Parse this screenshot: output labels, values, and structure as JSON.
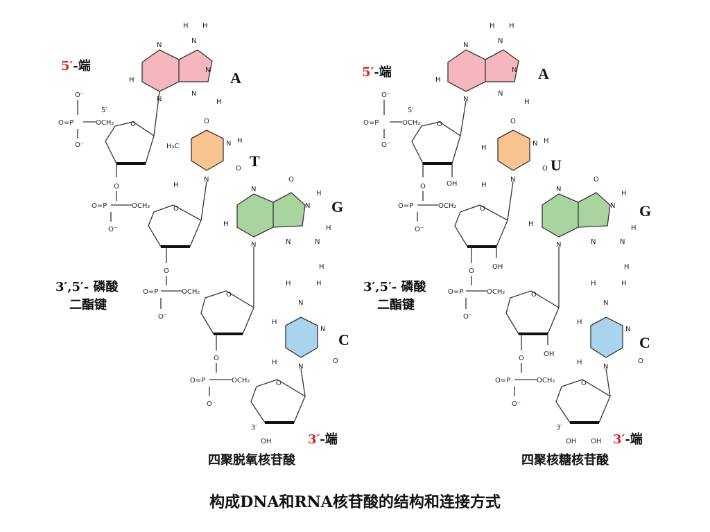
{
  "title": "构成DNA和RNA核苷酸的结构和连接方式",
  "colors": {
    "adenine": "#f5b7bd",
    "thymine": "#f9c48f",
    "uracil": "#f9c48f",
    "guanine": "#a9d4a0",
    "cytosine": "#aad3ee",
    "end_marker": "#e02020"
  },
  "dna": {
    "caption": "四聚脱氧核苷酸",
    "five_prime_number": "5′",
    "five_prime_suffix": "-端",
    "three_prime_number": "3′",
    "three_prime_suffix": "-端",
    "bond_label_line1": "3′,5′- 磷酸",
    "bond_label_line2": "二酯键",
    "bases": [
      "A",
      "T",
      "G",
      "C"
    ]
  },
  "rna": {
    "caption": "四聚核糖核苷酸",
    "five_prime_number": "5′",
    "five_prime_suffix": "-端",
    "three_prime_number": "3′",
    "three_prime_suffix": "-端",
    "bond_label_line1": "3′,5′- 磷酸",
    "bond_label_line2": "二酯键",
    "bases": [
      "A",
      "U",
      "G",
      "C"
    ]
  }
}
